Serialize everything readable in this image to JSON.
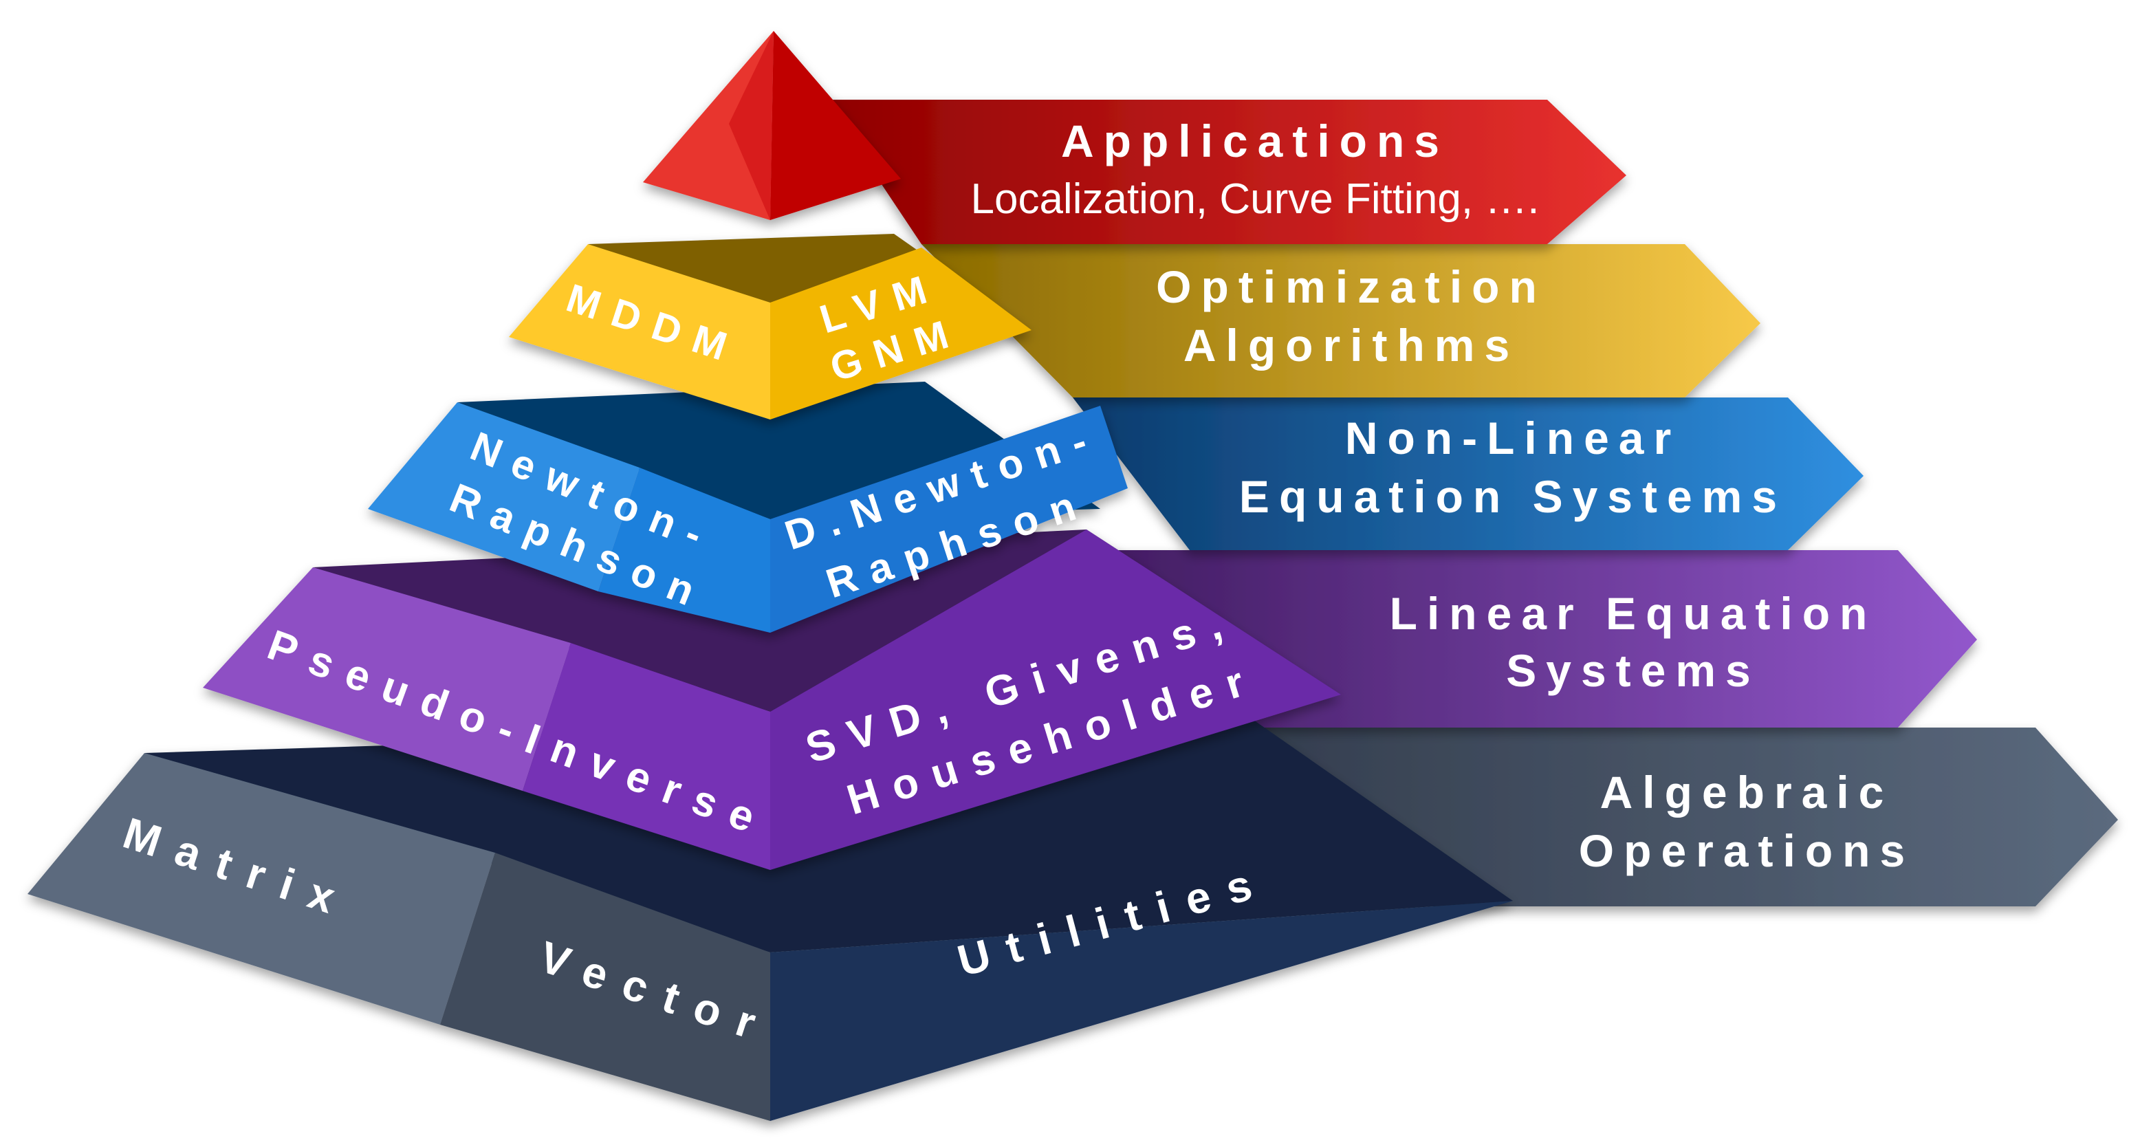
{
  "layers": [
    {
      "id": "applications",
      "arrow": {
        "title": "Applications",
        "subtitle": "Localization, Curve Fitting, …."
      },
      "faces": [],
      "colors": {
        "left": "#e8342d",
        "right": "#c00000",
        "top": "#8f0000",
        "arrow_dark": "#8f0000",
        "arrow_light": "#e8312f"
      }
    },
    {
      "id": "optimization",
      "arrow": {
        "title_line1": "Optimization",
        "title_line2": "Algorithms"
      },
      "faces": {
        "left": "MDDM",
        "right_line1": "LVM",
        "right_line2": "GNM"
      },
      "colors": {
        "left": "#ffc92c",
        "right": "#f2b600",
        "top": "#7f6000",
        "arrow_dark": "#8a6a00",
        "arrow_light": "#f7c948"
      }
    },
    {
      "id": "nonlinear",
      "arrow": {
        "title_line1": "Non-Linear",
        "title_line2": "Equation Systems"
      },
      "faces": {
        "left_line1": "Newton-",
        "left_line2": "Raphson",
        "right_line1": "D.Newton-",
        "right_line2": "Raphson"
      },
      "colors": {
        "left": "#2e8ee3",
        "right": "#1c74d2",
        "top": "#003a6b",
        "arrow_dark": "#0b3a6b",
        "arrow_light": "#2f8fe0"
      }
    },
    {
      "id": "linear",
      "arrow": {
        "title_line1": "Linear Equation",
        "title_line2": "Systems"
      },
      "faces": {
        "left": "Pseudo-Inverse",
        "right_line1": "SVD, Givens,",
        "right_line2": "Householder"
      },
      "colors": {
        "left": "#8e4fc4",
        "right": "#7630b5",
        "top": "#3f1a5e",
        "arrow_dark": "#3f1a5e",
        "arrow_light": "#9257cc"
      }
    },
    {
      "id": "algebraic",
      "arrow": {
        "title_line1": "Algebraic",
        "title_line2": "Operations"
      },
      "faces": {
        "left1": "Matrix",
        "left2": "Vector",
        "right": "Utilities"
      },
      "colors": {
        "left1": "#5b6a7e",
        "left2": "#404b5c",
        "right": "#1a3158",
        "top": "#132340",
        "arrow_dark": "#3a4556",
        "arrow_light": "#5b6a7e"
      }
    }
  ]
}
